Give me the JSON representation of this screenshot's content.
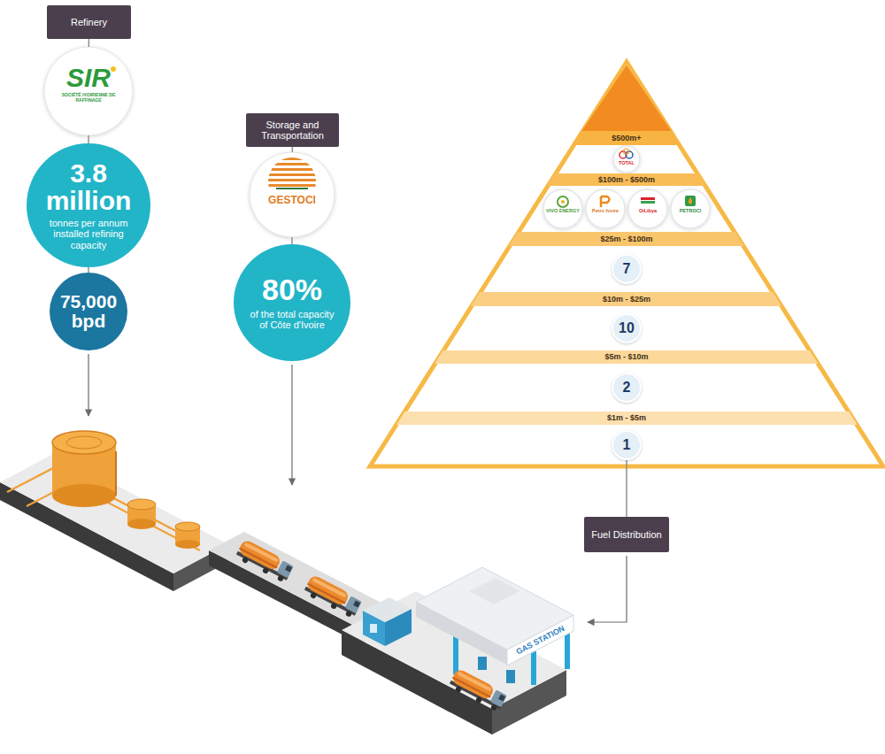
{
  "diagram": {
    "nodes": [
      {
        "text": [
          "Refinery"
        ]
      },
      {
        "text": [
          "SIR",
          "SOCIÉTÉ IVOIRIENNE DE RAFFINAGE"
        ]
      },
      {
        "text": [
          "3.8 million",
          "tonnes per annum installed refining capacity"
        ]
      },
      {
        "text": [
          "75,000 bpd"
        ]
      },
      {
        "text": [
          "Storage and Transportation"
        ]
      },
      {
        "text": [
          "GESTOCI"
        ]
      },
      {
        "text": [
          "80%",
          "of the total capacity of Côte d'Ivoire"
        ]
      },
      {
        "text": [
          "$500m+"
        ]
      },
      {
        "text": [
          "TOTAL"
        ]
      },
      {
        "text": [
          "$100m - $500m"
        ]
      },
      {
        "text": [
          "VIVO ENERGY"
        ]
      },
      {
        "text": [
          "Petro Ivoire"
        ]
      },
      {
        "text": [
          "OiLibya"
        ]
      },
      {
        "text": [
          "PETROCI"
        ]
      },
      {
        "text": [
          "$25m - $100m"
        ]
      },
      {
        "text": [
          "7"
        ]
      },
      {
        "text": [
          "$10m - $25m"
        ]
      },
      {
        "text": [
          "10"
        ]
      },
      {
        "text": [
          "$5m - $10m"
        ]
      },
      {
        "text": [
          "2"
        ]
      },
      {
        "text": [
          "$1m - $5m"
        ]
      },
      {
        "text": [
          "1"
        ]
      },
      {
        "text": [
          "Fuel Distribution"
        ]
      }
    ],
    "edges": [
      {
        "from": 0,
        "to": 1,
        "arrow": "none"
      },
      {
        "from": 1,
        "to": 2,
        "arrow": "none"
      },
      {
        "from": 2,
        "to": 3,
        "arrow": "none"
      },
      {
        "from": 4,
        "to": 5,
        "arrow": "none"
      },
      {
        "from": 5,
        "to": 6,
        "arrow": "none"
      },
      {
        "from": 21,
        "to": 22,
        "arrow": "none"
      }
    ],
    "labels": [
      "GAS STATION"
    ]
  }
}
